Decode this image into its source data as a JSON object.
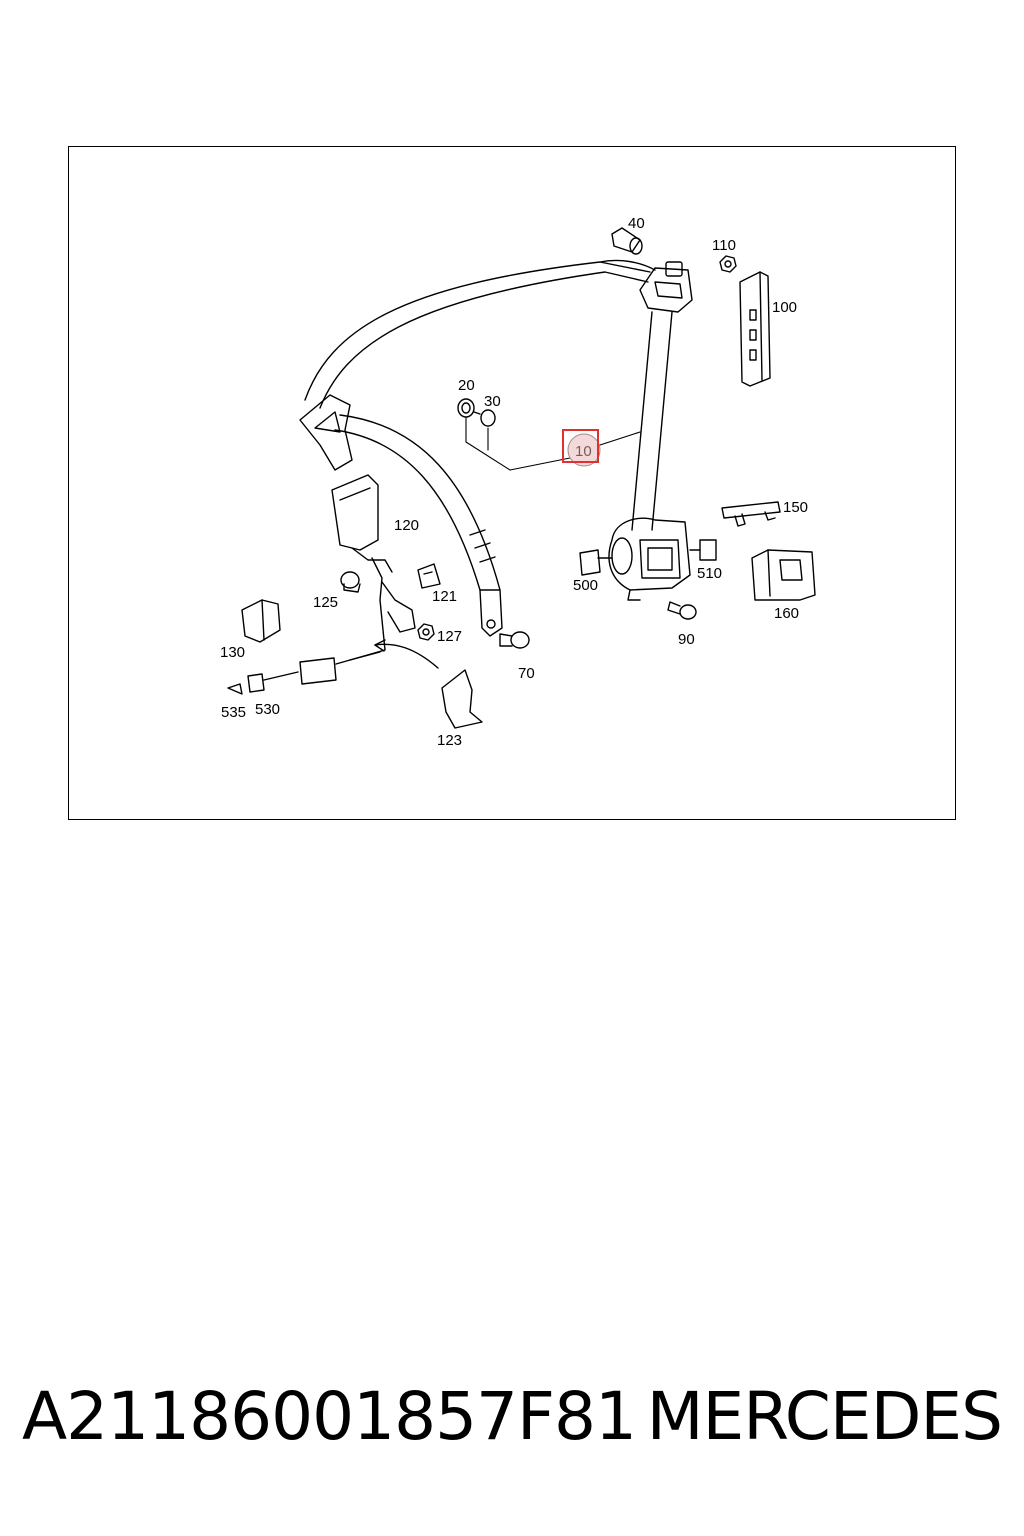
{
  "diagram": {
    "callouts": {
      "c10": "10",
      "c20": "20",
      "c30": "30",
      "c40": "40",
      "c70": "70",
      "c90": "90",
      "c100": "100",
      "c110": "110",
      "c120": "120",
      "c121": "121",
      "c123": "123",
      "c125": "125",
      "c127": "127",
      "c130": "130",
      "c150": "150",
      "c160": "160",
      "c500": "500",
      "c510": "510",
      "c530": "530",
      "c535": "535"
    },
    "highlight_color": "#e03030"
  },
  "footer": {
    "part_number": "A21186001857F81",
    "brand": "MERCEDES"
  }
}
